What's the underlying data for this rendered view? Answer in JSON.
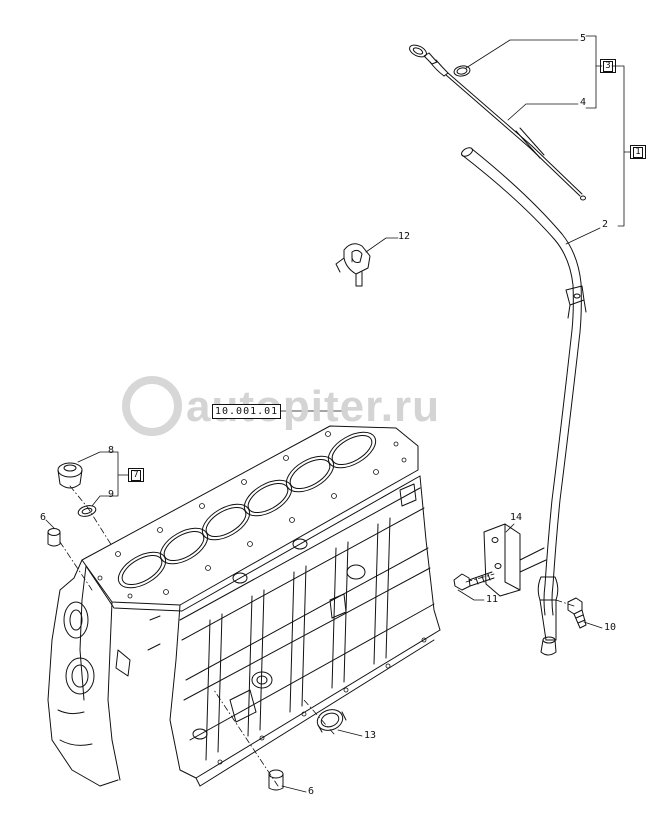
{
  "watermark": "autopiter.ru",
  "ref_box": "10.001.01",
  "callouts": {
    "c1": "1",
    "c2": "2",
    "c3": "3",
    "c4": "4",
    "c5": "5",
    "c6a": "6",
    "c6b": "6",
    "c7": "7",
    "c8": "8",
    "c9": "9",
    "c10": "10",
    "c11": "11",
    "c12": "12",
    "c13": "13",
    "c14": "14"
  }
}
